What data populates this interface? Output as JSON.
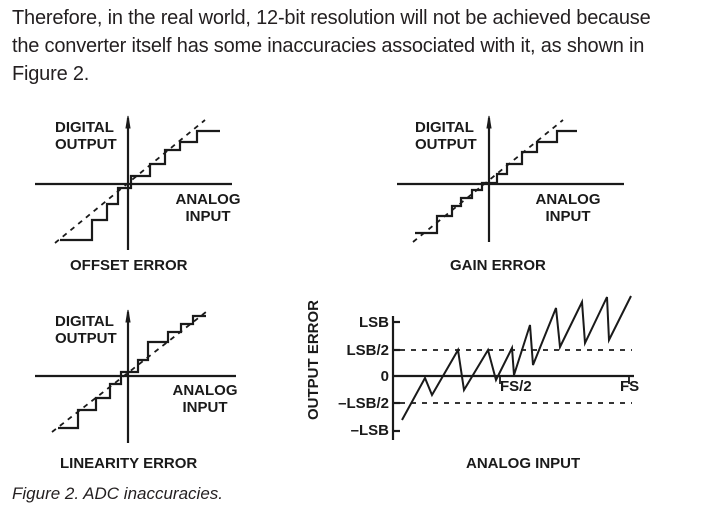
{
  "paragraph": {
    "line1": "Therefore, in the real world, 12-bit resolution will not be achieved because",
    "line2": "the converter itself has some inaccuracies associated with it, as shown in",
    "line3": "Figure 2."
  },
  "panels": {
    "offset": {
      "ylabel1": "DIGITAL",
      "ylabel2": "OUTPUT",
      "xlabel1": "ANALOG",
      "xlabel2": "INPUT",
      "title": "OFFSET ERROR"
    },
    "gain": {
      "ylabel1": "DIGITAL",
      "ylabel2": "OUTPUT",
      "xlabel1": "ANALOG",
      "xlabel2": "INPUT",
      "title": "GAIN ERROR"
    },
    "linearity": {
      "ylabel1": "DIGITAL",
      "ylabel2": "OUTPUT",
      "xlabel1": "ANALOG",
      "xlabel2": "INPUT",
      "title": "LINEARITY ERROR"
    },
    "quant": {
      "y_axis_label": "OUTPUT ERROR",
      "ticks": [
        "LSB",
        "LSB/2",
        "0",
        "–LSB/2",
        "–LSB"
      ],
      "x_ticks": [
        "FS/2",
        "FS"
      ],
      "title": "ANALOG INPUT"
    }
  },
  "caption": "Figure 2. ADC inaccuracies."
}
